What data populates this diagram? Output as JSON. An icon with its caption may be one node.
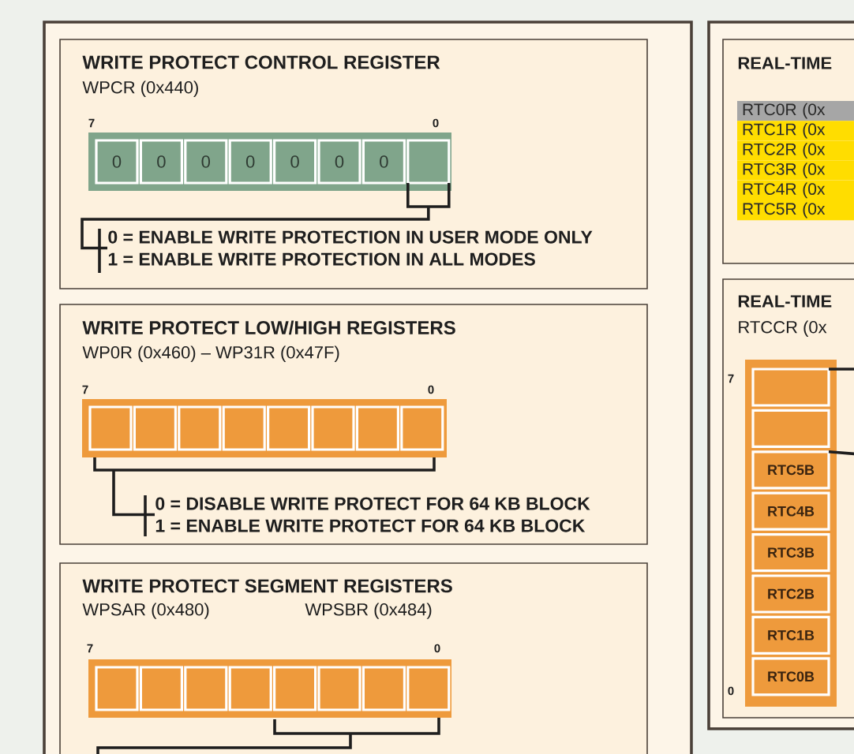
{
  "diagram": {
    "nodes": [
      {
        "text": [
          "WRITE PROTECT CONTROL REGISTER",
          "WPCR (0x440)"
        ]
      },
      {
        "text": [],
        "shape": "bar",
        "in": 0
      },
      {
        "text": [
          "0"
        ],
        "in": 1
      },
      {
        "text": [
          "0"
        ],
        "in": 1
      },
      {
        "text": [
          "0"
        ],
        "in": 1
      },
      {
        "text": [
          "0"
        ],
        "in": 1
      },
      {
        "text": [
          "0"
        ],
        "in": 1
      },
      {
        "text": [
          "0"
        ],
        "in": 1
      },
      {
        "text": [
          "0"
        ],
        "in": 1
      },
      {
        "text": [],
        "shape": "box",
        "in": 1
      },
      {
        "text": [
          "0 = ENABLE WRITE PROTECTION IN USER MODE ONLY",
          "1 = ENABLE WRITE PROTECTION IN ALL MODES"
        ],
        "in": 0
      },
      {
        "text": [
          "WRITE PROTECT LOW/HIGH REGISTERS",
          "WP0R (0x460)  – WP31R (0x47F)"
        ]
      },
      {
        "text": [],
        "shape": "bar",
        "in": 11
      },
      {
        "text": [],
        "shape": "box",
        "in": 12
      },
      {
        "text": [],
        "shape": "box",
        "in": 12
      },
      {
        "text": [],
        "shape": "box",
        "in": 12
      },
      {
        "text": [],
        "shape": "box",
        "in": 12
      },
      {
        "text": [],
        "shape": "box",
        "in": 12
      },
      {
        "text": [],
        "shape": "box",
        "in": 12
      },
      {
        "text": [],
        "shape": "box",
        "in": 12
      },
      {
        "text": [],
        "shape": "box",
        "in": 12
      },
      {
        "text": [
          "0 = DISABLE WRITE PROTECT FOR 64 KB BLOCK",
          "1 = ENABLE WRITE PROTECT FOR 64 KB BLOCK"
        ],
        "in": 11
      },
      {
        "text": [
          "WRITE PROTECT SEGMENT REGISTERS",
          "WPSAR (0x480)",
          "WPSBR (0x484)"
        ]
      },
      {
        "text": [],
        "shape": "bar",
        "in": 22
      },
      {
        "text": [],
        "shape": "box",
        "in": 23
      },
      {
        "text": [],
        "shape": "box",
        "in": 23
      },
      {
        "text": [],
        "shape": "box",
        "in": 23
      },
      {
        "text": [],
        "shape": "box",
        "in": 23
      },
      {
        "text": [],
        "shape": "box",
        "in": 23
      },
      {
        "text": [],
        "shape": "box",
        "in": 23
      },
      {
        "text": [],
        "shape": "box",
        "in": 23
      },
      {
        "text": [],
        "shape": "box",
        "in": 23
      },
      {
        "text": [
          "REAL-TIME"
        ]
      },
      {
        "text": [
          "RTC0R (0x"
        ],
        "in": 32
      },
      {
        "text": [
          "RTC1R (0x"
        ],
        "in": 32
      },
      {
        "text": [
          "RTC2R (0x"
        ],
        "in": 32
      },
      {
        "text": [
          "RTC3R (0x"
        ],
        "in": 32
      },
      {
        "text": [
          "RTC4R (0x"
        ],
        "in": 32
      },
      {
        "text": [
          "RTC5R (0x"
        ],
        "in": 32
      },
      {
        "text": [
          "REAL-TIME",
          "RTCCR (0x"
        ]
      },
      {
        "text": [],
        "shape": "bar",
        "in": 39
      },
      {
        "text": [],
        "shape": "box",
        "in": 40
      },
      {
        "text": [],
        "shape": "box",
        "in": 40
      },
      {
        "text": [
          "RTC5B"
        ],
        "in": 40
      },
      {
        "text": [
          "RTC4B"
        ],
        "in": 40
      },
      {
        "text": [
          "RTC3B"
        ],
        "in": 40
      },
      {
        "text": [
          "RTC2B"
        ],
        "in": 40
      },
      {
        "text": [
          "RTC1B"
        ],
        "in": 40
      },
      {
        "text": [
          "RTC0B"
        ],
        "in": 40
      }
    ],
    "edges": [
      {
        "from": 9,
        "to": 10,
        "arrow": "none"
      },
      {
        "from": 12,
        "to": 21,
        "arrow": "none"
      },
      {
        "from": 23,
        "to": null,
        "arrow": "none"
      },
      {
        "from": 41,
        "to": null,
        "arrow": "none"
      },
      {
        "from": 43,
        "to": null,
        "arrow": "none"
      }
    ],
    "labels": [
      "7",
      "0",
      "7",
      "0",
      "7",
      "0",
      "7",
      "0"
    ]
  }
}
